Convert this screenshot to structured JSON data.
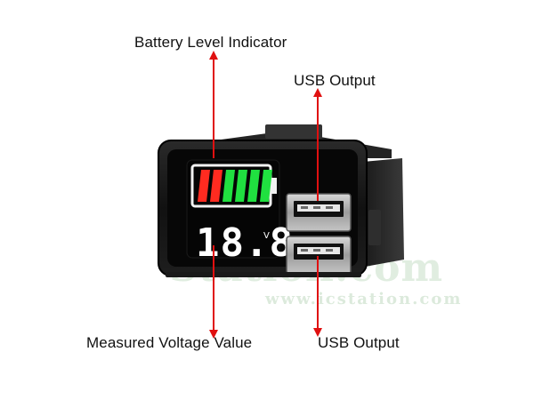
{
  "labels": {
    "battery_level": "Battery Level Indicator",
    "usb_output_top": "USB Output",
    "measured_voltage": "Measured Voltage Value",
    "usb_output_bottom": "USB Output"
  },
  "watermark": {
    "main": "Station.com",
    "sub": "www.icstation.com"
  },
  "display": {
    "voltage_reading": "18.8",
    "unit": "V"
  },
  "battery_segments": [
    "red",
    "red",
    "green",
    "green",
    "green",
    "green"
  ],
  "colors": {
    "arrow": "#e01010",
    "segment_red": "#ff2b20",
    "segment_green": "#20e040",
    "digits": "#ffffff",
    "casing": "#0c0c0c",
    "usb_port": "#b8b8b8"
  }
}
